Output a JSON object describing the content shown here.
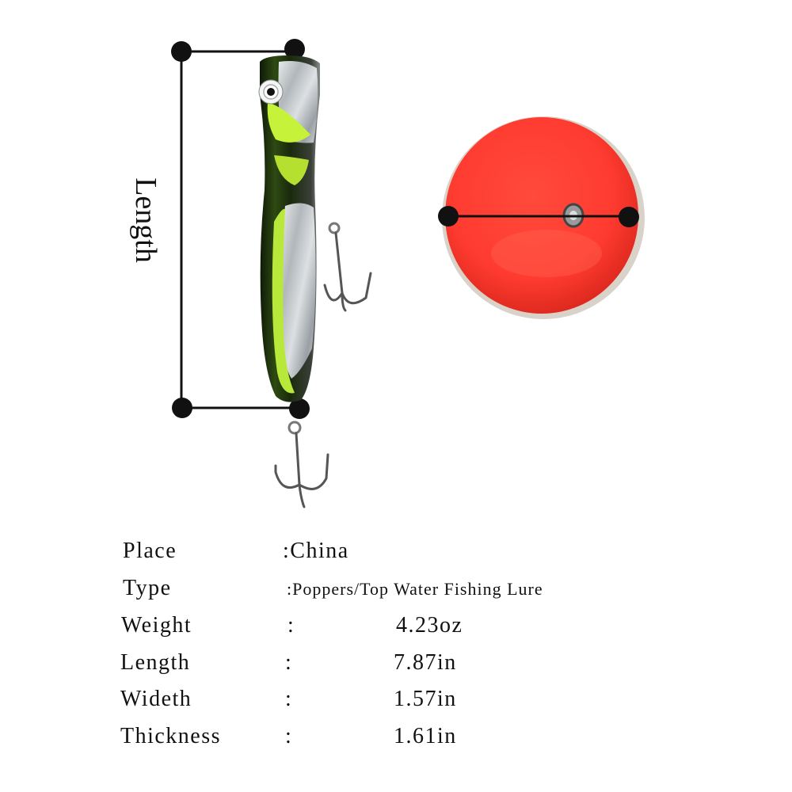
{
  "figure": {
    "length_label": "Length",
    "colors": {
      "lure_body_dark": "#1f2a12",
      "lure_belly_green": "#c6f23a",
      "lure_sparkle": "#cfd3d8",
      "popper_face_red": "#ff3b30",
      "marker_black": "#111111"
    },
    "icons": [
      "fishing-lure-side-image",
      "popper-face-image",
      "treble-hook-icon"
    ]
  },
  "specs": {
    "place_label": "Place",
    "place_value": ":China",
    "type_label": "Type",
    "type_value": ":Poppers/Top Water Fishing Lure",
    "weight_label": "Weight",
    "weight_colon": ":",
    "weight_value": "4.23oz",
    "length_label": "Length",
    "length_colon": ":",
    "length_value": "7.87in",
    "width_label": "Wideth",
    "width_colon": ":",
    "width_value": "1.57in",
    "thickness_label": "Thickness",
    "thickness_colon": ":",
    "thickness_value": "1.61in"
  }
}
